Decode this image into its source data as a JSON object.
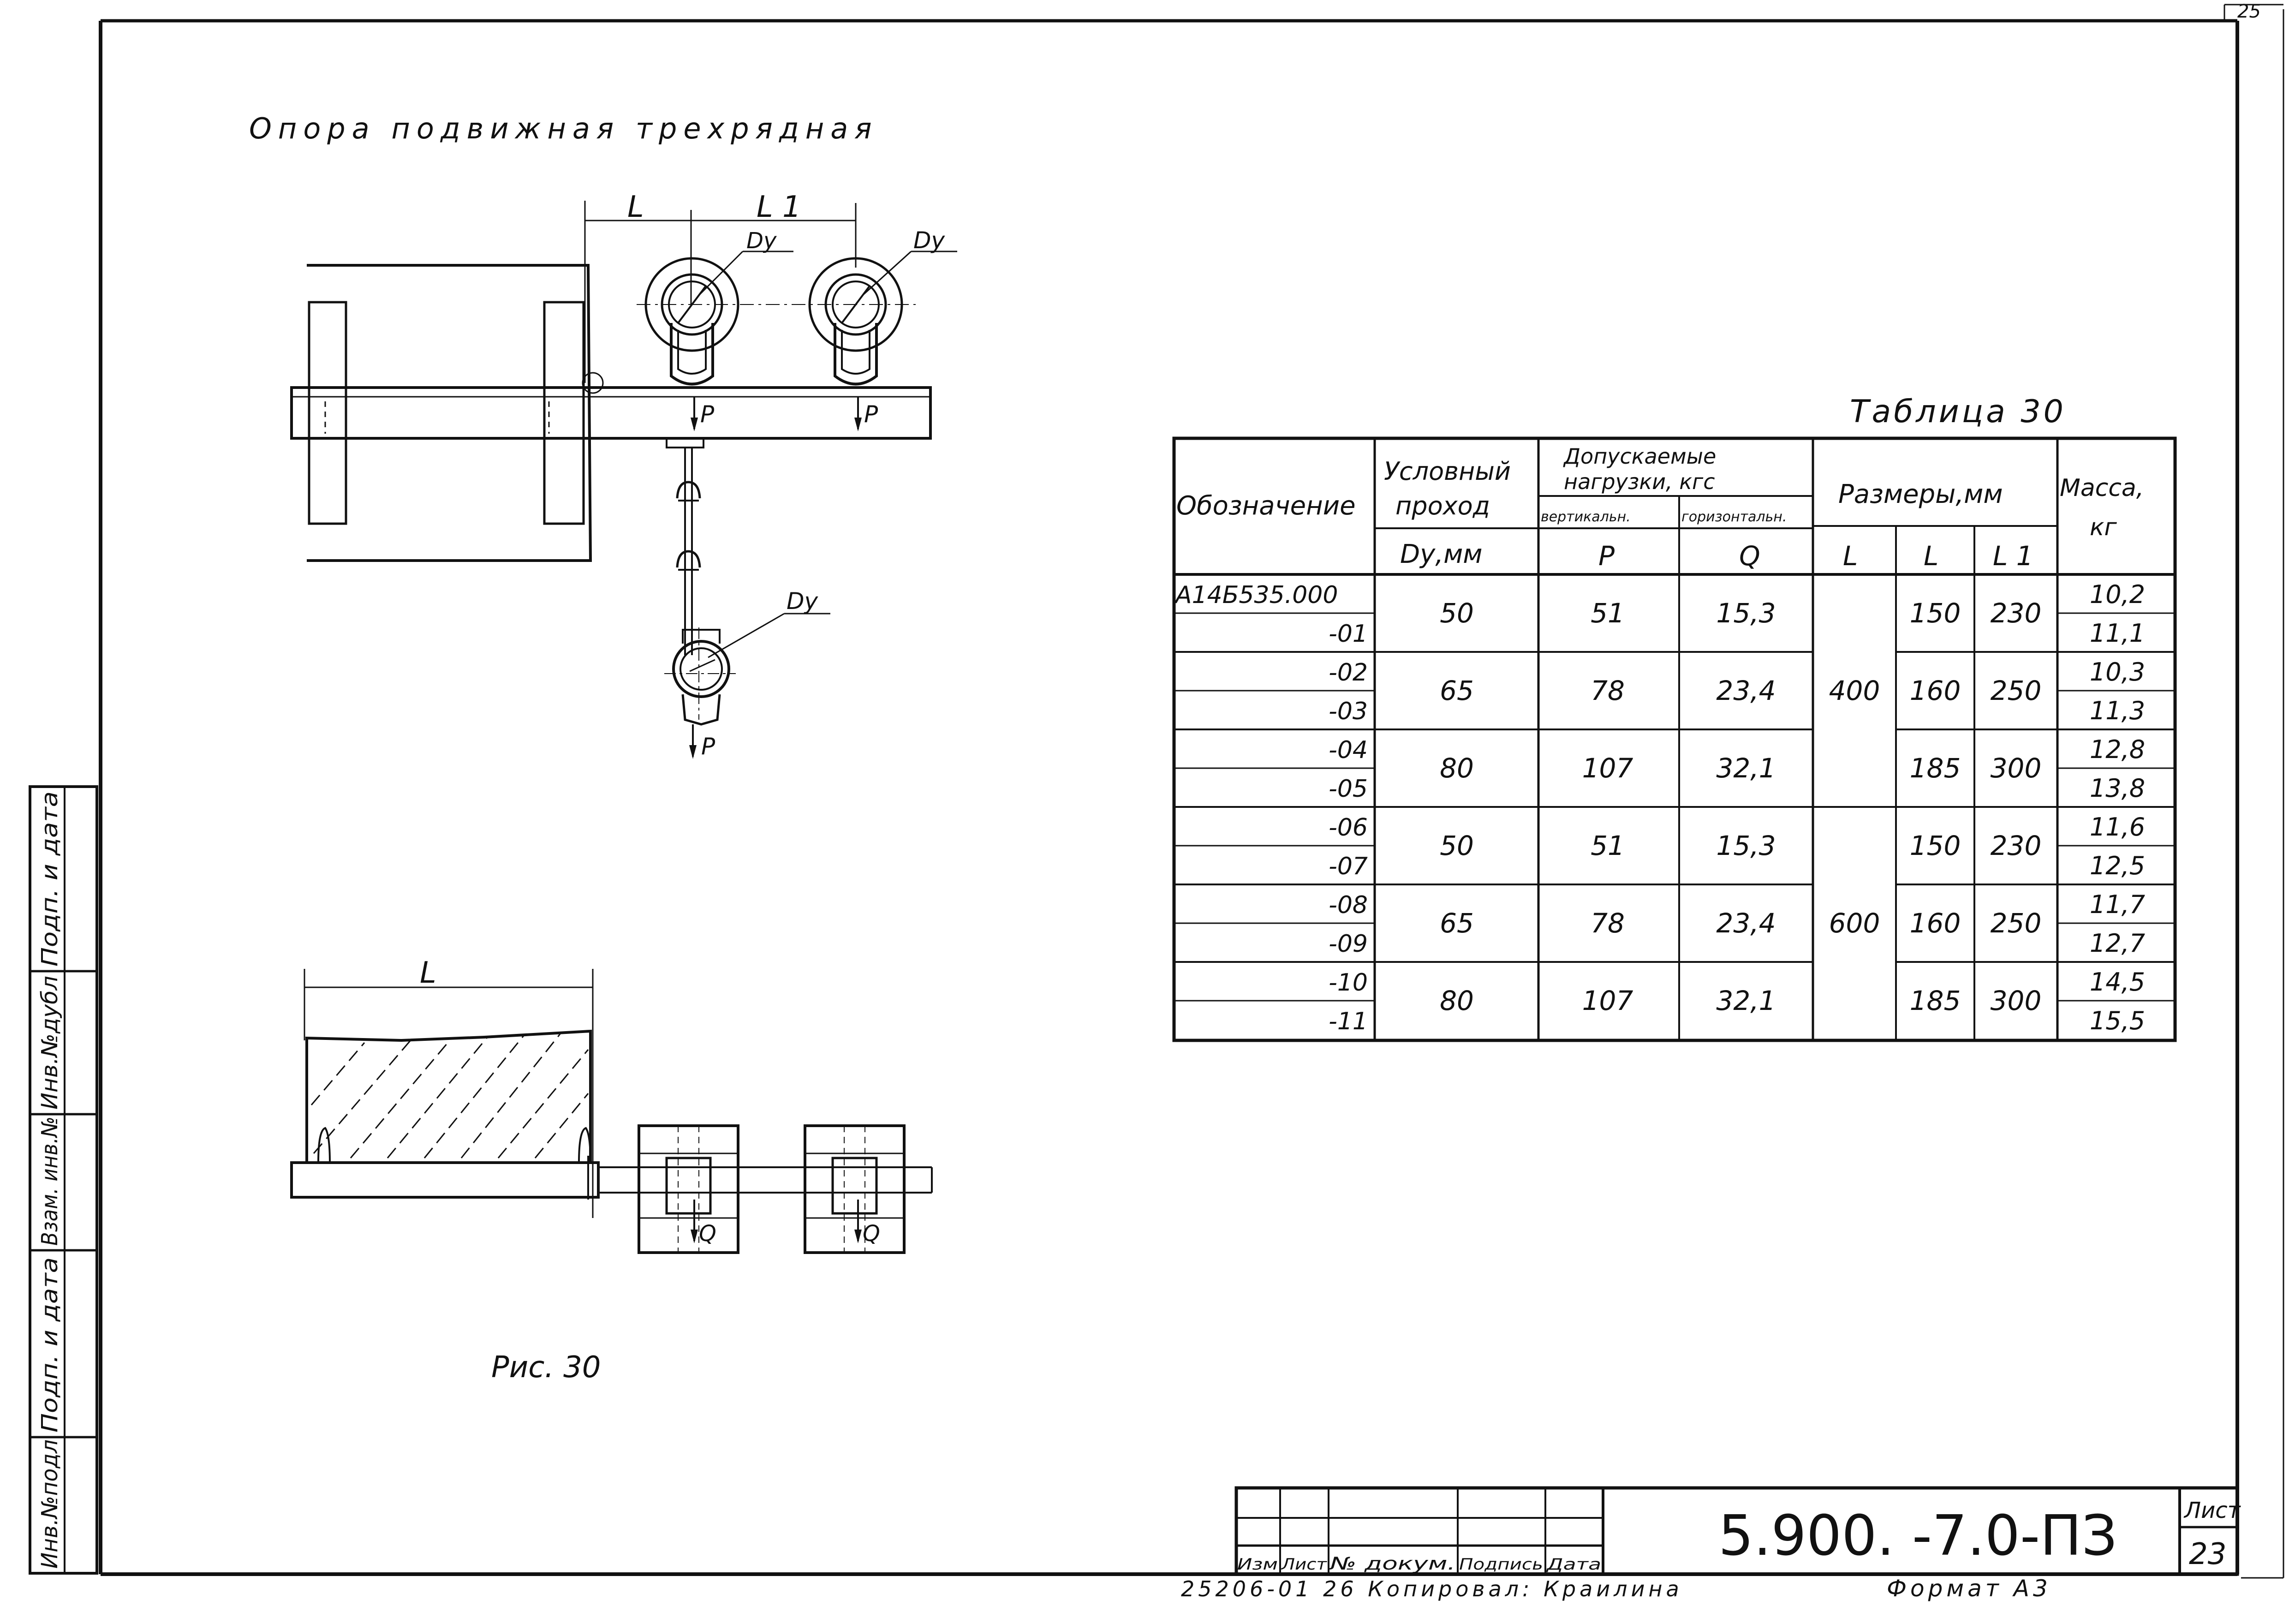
{
  "corner_sheet": "25",
  "figure": {
    "title": "Опора подвижная трехрядная",
    "caption": "Рис. 30",
    "dim_L": "L",
    "dim_L1": "L 1",
    "label_dy": "Dу",
    "label_p": "P",
    "label_q": "Q"
  },
  "table": {
    "caption": "Таблица 30",
    "headers": {
      "designation": "Обозначение",
      "nominal_line1": "Условный",
      "nominal_line2": "проход",
      "nominal_unit": "Dу,мм",
      "loads_line1": "Допускаемые",
      "loads_line2": "нагрузки, кгс",
      "vertical": "вертикальн.",
      "horizontal": "горизонтальн.",
      "p": "P",
      "q": "Q",
      "sizes": "Размеры,мм",
      "l_a": "L",
      "l_b": "L",
      "l1": "L 1",
      "mass_line1": "Масса,",
      "mass_line2": "кг"
    },
    "designations": [
      "А14Б535.000",
      "-01",
      "-02",
      "-03",
      "-04",
      "-05",
      "-06",
      "-07",
      "-08",
      "-09",
      "-10",
      "-11"
    ],
    "groups": [
      {
        "dy": "50",
        "p": "51",
        "q": "15,3",
        "l": "150",
        "l1": "230"
      },
      {
        "dy": "65",
        "p": "78",
        "q": "23,4",
        "l": "160",
        "l1": "250"
      },
      {
        "dy": "80",
        "p": "107",
        "q": "32,1",
        "l": "185",
        "l1": "300"
      },
      {
        "dy": "50",
        "p": "51",
        "q": "15,3",
        "l": "150",
        "l1": "230"
      },
      {
        "dy": "65",
        "p": "78",
        "q": "23,4",
        "l": "160",
        "l1": "250"
      },
      {
        "dy": "80",
        "p": "107",
        "q": "32,1",
        "l": "185",
        "l1": "300"
      }
    ],
    "big_L": [
      "400",
      "600"
    ],
    "masses": [
      "10,2",
      "11,1",
      "10,3",
      "11,3",
      "12,8",
      "13,8",
      "11,6",
      "12,5",
      "11,7",
      "12,7",
      "14,5",
      "15,5"
    ]
  },
  "side_stamp": [
    "Инв.№подл",
    "Подп. и дата",
    "Взам. инв.№",
    "Инв.№дубл",
    "Подп. и дата"
  ],
  "title_block": {
    "code": "5.900. -7.0-ПЗ",
    "sheet_label": "Лист",
    "sheet_number": "23",
    "col_labels": [
      "Изм",
      "Лист",
      "№ докум.",
      "Подпись",
      "Дата"
    ]
  },
  "footer": {
    "left": "25206-01  26  Копировал: Краилина",
    "format": "Формат А3"
  }
}
